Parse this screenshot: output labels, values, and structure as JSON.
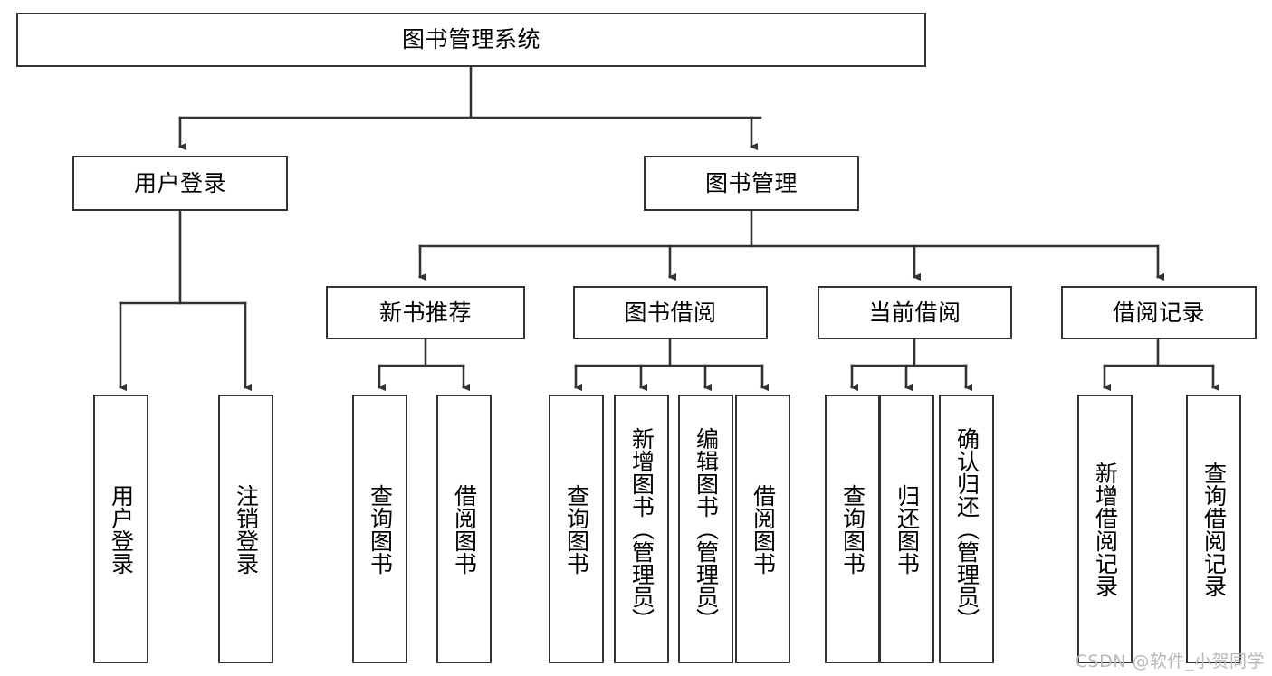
{
  "diagram": {
    "title": "图书管理系统",
    "watermark": "CSDN @软件_小贺同学",
    "colors": {
      "box_border": "#333333",
      "box_fill": "#ffffff",
      "edge": "#333333",
      "text": "#000000",
      "watermark": "#b9b9b9",
      "background": "#ffffff"
    },
    "root": {
      "label": "图书管理系统"
    },
    "level2": [
      {
        "label": "用户登录"
      },
      {
        "label": "图书管理"
      }
    ],
    "level3": [
      {
        "label": "新书推荐"
      },
      {
        "label": "图书借阅"
      },
      {
        "label": "当前借阅"
      },
      {
        "label": "借阅记录"
      }
    ],
    "leaves": {
      "user_login": [
        {
          "label": "用户登录"
        },
        {
          "label": "注销登录"
        }
      ],
      "new_book_recommend": [
        {
          "label": "查询图书"
        },
        {
          "label": "借阅图书"
        }
      ],
      "book_borrow": [
        {
          "label": "查询图书"
        },
        {
          "label": "新增图书（管理员）"
        },
        {
          "label": "编辑图书（管理员）"
        },
        {
          "label": "借阅图书"
        }
      ],
      "current_borrow": [
        {
          "label": "查询图书"
        },
        {
          "label": "归还图书"
        },
        {
          "label": "确认归还（管理员）"
        }
      ],
      "borrow_record": [
        {
          "label": "新增借阅记录"
        },
        {
          "label": "查询借阅记录"
        }
      ]
    }
  }
}
